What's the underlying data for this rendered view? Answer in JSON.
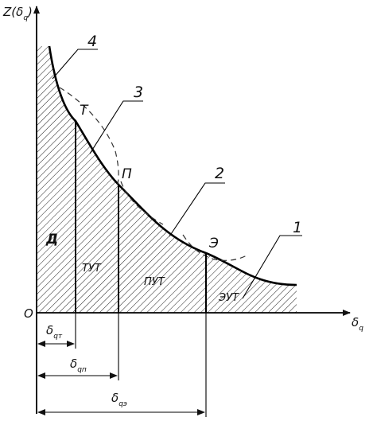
{
  "axes": {
    "y_label": "Z(δ",
    "y_label_sub": "q",
    "y_label_close": ")",
    "x_label": "δ",
    "x_label_sub": "q",
    "origin": "O"
  },
  "curve_numbers": [
    "1",
    "2",
    "3",
    "4"
  ],
  "points": {
    "t": "Т",
    "p": "П",
    "e": "Э"
  },
  "regions": {
    "d": "Д",
    "tut": "ТУТ",
    "put": "ПУТ",
    "eut": "ЭУТ"
  },
  "dimensions": {
    "qt": {
      "base": "δ",
      "sub": "qт"
    },
    "qp": {
      "base": "δ",
      "sub": "qп"
    },
    "qe": {
      "base": "δ",
      "sub": "qэ"
    }
  }
}
